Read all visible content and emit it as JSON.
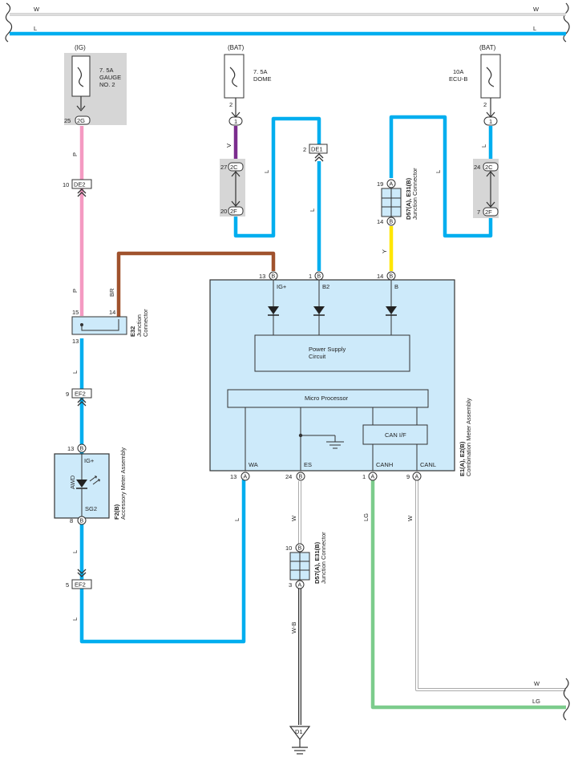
{
  "colors": {
    "L": "#00aeef",
    "P": "#f49ac2",
    "V": "#7b2d8e",
    "BR": "#a0522d",
    "Y": "#ffe600",
    "LG": "#7ccc8c",
    "W": "#dddddd",
    "WB": "#444444",
    "component_fill": "#cdeafa",
    "fuse_box": "#d6d6d6"
  },
  "top_bus": {
    "w_left": "W",
    "w_right": "W",
    "l_left": "L",
    "l_right": "L"
  },
  "fuse_ig": {
    "source": "(IG)",
    "rating": "7. 5A",
    "name_line1": "GAUGE",
    "name_line2": "NO. 2",
    "pin": "25",
    "conn": "2G"
  },
  "fuse_dome": {
    "source": "(BAT)",
    "rating": "7. 5A",
    "name": "DOME",
    "pin_top": "2",
    "conn_top": "1",
    "pin_mid": "27",
    "conn_mid": "2C",
    "pin_bot": "20",
    "conn_bot": "2F"
  },
  "fuse_ecub": {
    "source": "(BAT)",
    "rating": "10A",
    "name": "ECU-B",
    "pin_top": "2",
    "conn_top": "1",
    "pin_mid": "24",
    "conn_mid": "2C",
    "pin_bot": "7",
    "conn_bot": "2F"
  },
  "wire_labels": {
    "p1": "P",
    "p2": "P",
    "v": "V",
    "br": "BR",
    "l_dome": "L",
    "l_b2": "L",
    "y": "Y",
    "l_ecub": "L",
    "l_e32": "L",
    "l_af1": "L",
    "l_af2": "L",
    "l_wa": "L",
    "w_es": "W",
    "wb": "W-B",
    "lg": "LG",
    "w_canl": "W"
  },
  "de1": {
    "pin": "2",
    "conn": "DE1"
  },
  "de2": {
    "pin": "10",
    "conn": "DE2"
  },
  "ef2_top": {
    "pin": "9",
    "conn": "EF2"
  },
  "ef2_bot": {
    "pin": "5",
    "conn": "EF2"
  },
  "jc_d57_upper": {
    "code": "D57(A), E31(B)",
    "name": "Junction Connector",
    "pin_top": "19",
    "letter_top": "A",
    "pin_bot": "14",
    "letter_bot": "B"
  },
  "jc_d57_lower": {
    "code": "D57(A), E31(B)",
    "name": "Junction Connector",
    "pin_top": "10",
    "letter_top": "B",
    "pin_bot": "3",
    "letter_bot": "A"
  },
  "e32": {
    "code": "E32",
    "name_line1": "Junction",
    "name_line2": "Connector",
    "pin_in": "15",
    "pin_br": "14",
    "pin_out": "13"
  },
  "meter": {
    "code": "E1(A), E2(B)",
    "name": "Combination Meter Assembly",
    "pins_top": [
      {
        "num": "13",
        "letter": "B",
        "name": "IG+"
      },
      {
        "num": "1",
        "letter": "B",
        "name": "B2"
      },
      {
        "num": "14",
        "letter": "B",
        "name": "B"
      }
    ],
    "power_supply_line1": "Power Supply",
    "power_supply_line2": "Circuit",
    "micro": "Micro Processor",
    "can_if": "CAN I/F",
    "pins_bottom": [
      {
        "num": "13",
        "letter": "A",
        "name": "WA"
      },
      {
        "num": "24",
        "letter": "B",
        "name": "ES"
      },
      {
        "num": "1",
        "letter": "A",
        "name": "CANH"
      },
      {
        "num": "9",
        "letter": "A",
        "name": "CANL"
      }
    ]
  },
  "accessory": {
    "code": "F2(B)",
    "name": "Accessory Meter Assembly",
    "pin_top": "13",
    "letter_top": "B",
    "ig": "IG+",
    "awd": "AWD",
    "sg2": "SG2",
    "pin_bot": "8",
    "letter_bot": "B"
  },
  "ground": {
    "label": "D1"
  },
  "bottom_bus": {
    "w": "W",
    "lg": "LG"
  }
}
